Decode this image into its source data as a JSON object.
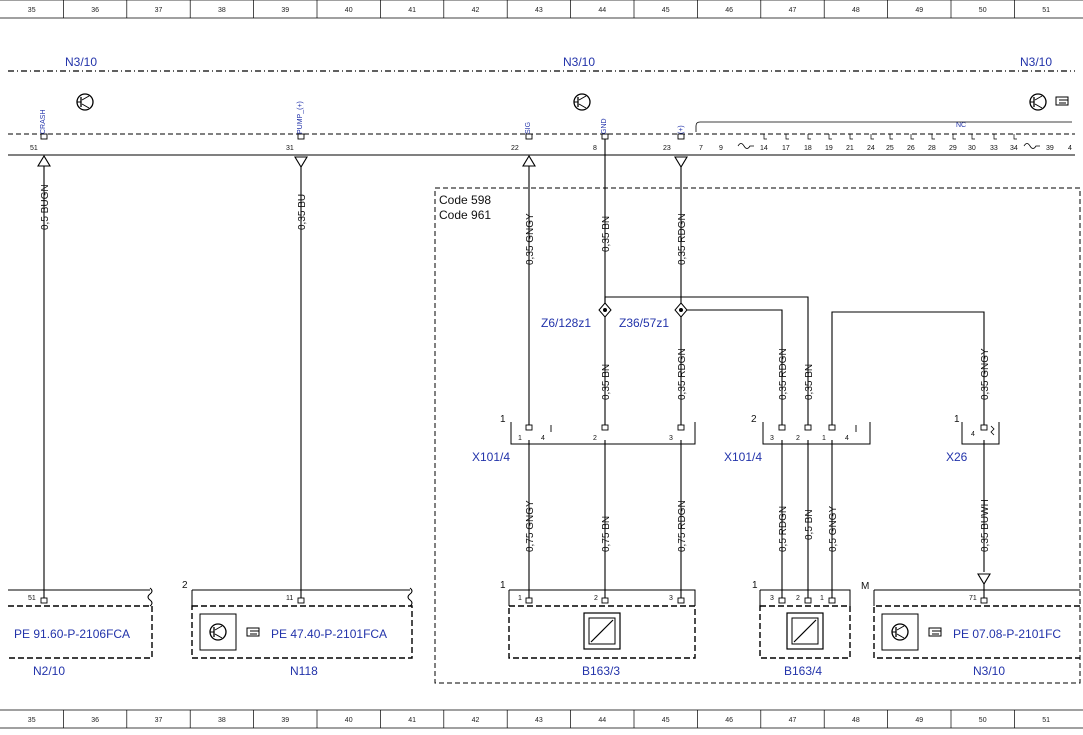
{
  "columns": [
    "35",
    "36",
    "37",
    "38",
    "39",
    "40",
    "41",
    "42",
    "43",
    "44",
    "45",
    "46",
    "47",
    "48",
    "49",
    "50",
    "51"
  ],
  "top_module_labels": {
    "left": "N3/10",
    "center": "N3/10",
    "right": "N3/10"
  },
  "top_signals": {
    "crash": "CRASH",
    "pump": "PUMP_(+)",
    "sig": "SIG",
    "gnd": "GND",
    "plus": "(+)",
    "nc": "NC"
  },
  "top_pins": {
    "p51": "51",
    "p31": "31",
    "p22": "22",
    "p8": "8",
    "p23": "23",
    "p7": "7",
    "p9": "9",
    "right_series": [
      "14",
      "17",
      "18",
      "19",
      "21",
      "24",
      "25",
      "26",
      "28",
      "29",
      "30",
      "33",
      "34"
    ],
    "p39": "39",
    "p4": "4"
  },
  "code_box": {
    "line1": "Code 598",
    "line2": "Code 961"
  },
  "wires": {
    "w_crash": "0,5 BUGN",
    "w_pump": "0,35 BU",
    "w_sig_top": "0,35 GNGY",
    "w_gnd_top": "0,35 BN",
    "w_plus_top": "0,35 RDGN",
    "w_bn_mid": "0,35 BN",
    "w_rdgn_mid": "0,35 RDGN",
    "w_rdgn_r": "0,35 RDGN",
    "w_bn_r": "0,35 BN",
    "w_gngy_r": "0,35 GNGY",
    "w_gngy_low": "0,75 GNGY",
    "w_bn_low": "0,75 BN",
    "w_rdgn_low": "0,75 RDGN",
    "w_rdgn_low_r": "0,5 RDGN",
    "w_bn_low_r": "0,5 BN",
    "w_gngy_low_r": "0,5 GNGY",
    "w_buwh": "0,35 BUWH"
  },
  "splices": {
    "z6": "Z6/128z1",
    "z36": "Z36/57z1"
  },
  "connectors": {
    "x101_left": {
      "name": "X101/4",
      "index": "1",
      "pins": [
        "1",
        "4",
        "2",
        "3"
      ]
    },
    "x101_right": {
      "name": "X101/4",
      "index": "2",
      "pins": [
        "3",
        "2",
        "1",
        "4"
      ]
    },
    "x26": {
      "name": "X26",
      "index": "1",
      "pin": "4"
    }
  },
  "bottom_components": {
    "n2_10": {
      "name": "N2/10",
      "pin": "51",
      "ref": "PE 91.60-P-2106FCA"
    },
    "n118": {
      "name": "N118",
      "index": "2",
      "pin": "11",
      "ref": "PE 47.40-P-2101FCA"
    },
    "b163_3": {
      "name": "B163/3",
      "index": "1",
      "pins": [
        "1",
        "2",
        "3"
      ]
    },
    "b163_4": {
      "name": "B163/4",
      "index": "1",
      "pins": [
        "3",
        "2",
        "1"
      ]
    },
    "n3_10": {
      "name": "N3/10",
      "index": "M",
      "pin": "71",
      "ref": "PE 07.08-P-2101FC"
    }
  },
  "colors": {
    "link_blue": "#2233aa",
    "line": "#000000"
  }
}
